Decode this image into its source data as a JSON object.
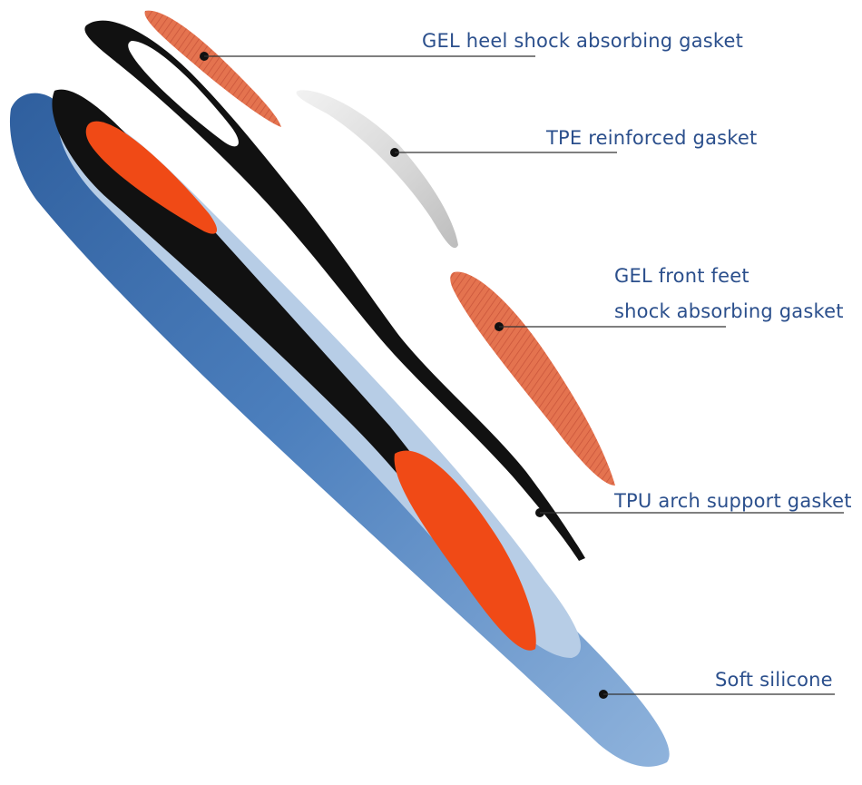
{
  "colors": {
    "label_text": "#2b4f8c",
    "leader_line": "#333333",
    "gel_orange": "#e06a45",
    "tpe_gray": "#d9d9d9",
    "tpu_black": "#111111",
    "silicone_blue": "#3f6ea8",
    "insole_orange": "#f04a16"
  },
  "callouts": [
    {
      "id": "gel-heel",
      "lines": [
        "GEL heel shock absorbing gasket"
      ]
    },
    {
      "id": "tpe",
      "lines": [
        "TPE reinforced gasket"
      ]
    },
    {
      "id": "gel-front",
      "lines": [
        "GEL front feet",
        "shock absorbing gasket"
      ]
    },
    {
      "id": "tpu",
      "lines": [
        "TPU arch support gasket"
      ]
    },
    {
      "id": "silicone",
      "lines": [
        "Soft silicone"
      ]
    }
  ]
}
